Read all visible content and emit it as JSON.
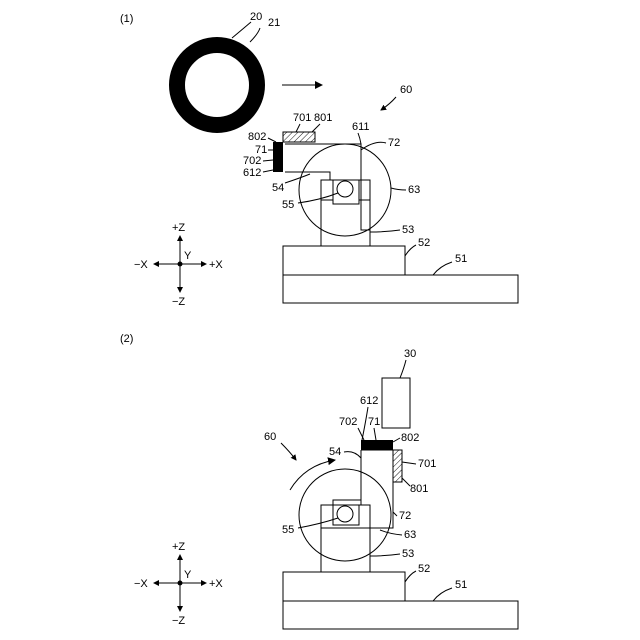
{
  "panel1": {
    "label": "(1)",
    "callouts": {
      "roller_assembly": "20",
      "roller_ring": "21",
      "unit": "60",
      "hatched_top": "701",
      "hatched_top_b": "801",
      "left_a": "802",
      "left_b": "71",
      "left_c": "702",
      "left_d": "612",
      "top_edge": "611",
      "right_edge": "72",
      "wheel": "63",
      "hinge": "54",
      "pivot": "55",
      "post": "53",
      "base_upper": "52",
      "base_lower": "51"
    },
    "axes": {
      "up": "+Z",
      "down": "−Z",
      "left": "−X",
      "right": "+X",
      "center": "Y"
    }
  },
  "panel2": {
    "label": "(2)",
    "callouts": {
      "head": "30",
      "top_a": "612",
      "top_b": "702",
      "top_c": "71",
      "top_d": "802",
      "unit": "60",
      "hinge": "54",
      "hatched_side": "701",
      "hatched_side_b": "801",
      "pivot": "55",
      "right_edge": "72",
      "wheel": "63",
      "post": "53",
      "base_upper": "52",
      "base_lower": "51"
    },
    "axes": {
      "up": "+Z",
      "down": "−Z",
      "left": "−X",
      "right": "+X",
      "center": "Y"
    }
  }
}
